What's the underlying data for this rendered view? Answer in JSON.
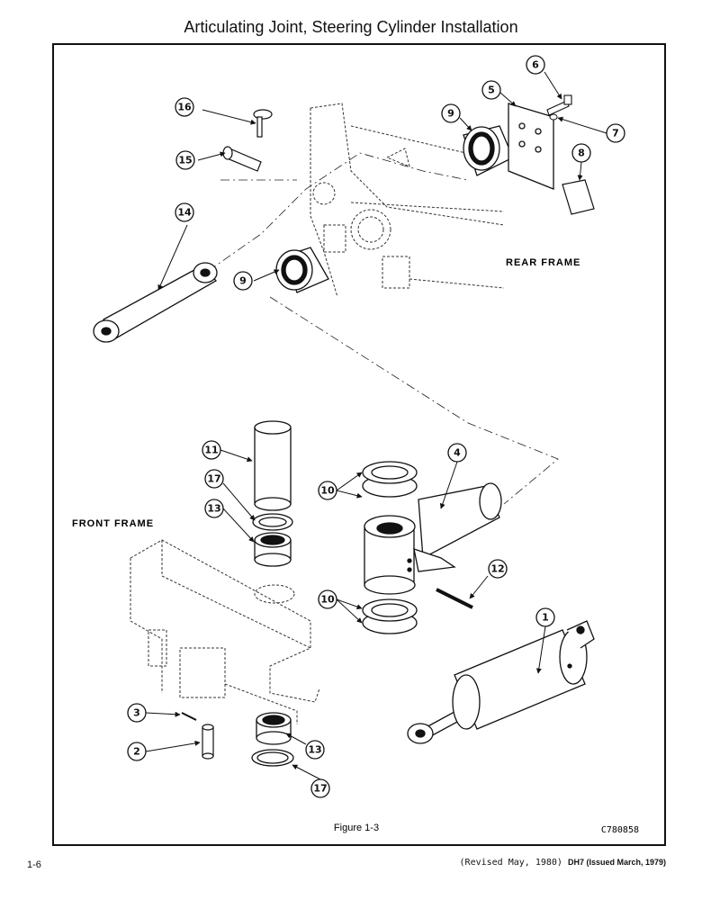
{
  "title": "Articulating Joint, Steering Cylinder Installation",
  "figure_caption": "Figure 1-3",
  "drawing_code": "C780858",
  "page_number": "1-6",
  "revision": "(Revised May, 1980)",
  "doc_id": "DH7 (Issued March, 1979)",
  "labels": {
    "rear_frame": "REAR FRAME",
    "front_frame": "FRONT FRAME"
  },
  "callouts": {
    "c1": "1",
    "c2": "2",
    "c3": "3",
    "c4": "4",
    "c5": "5",
    "c6": "6",
    "c7": "7",
    "c8": "8",
    "c9a": "9",
    "c9b": "9",
    "c10a": "10",
    "c10b": "10",
    "c11": "11",
    "c12": "12",
    "c13a": "13",
    "c13b": "13",
    "c14": "14",
    "c15": "15",
    "c16": "16",
    "c17a": "17",
    "c17b": "17"
  }
}
